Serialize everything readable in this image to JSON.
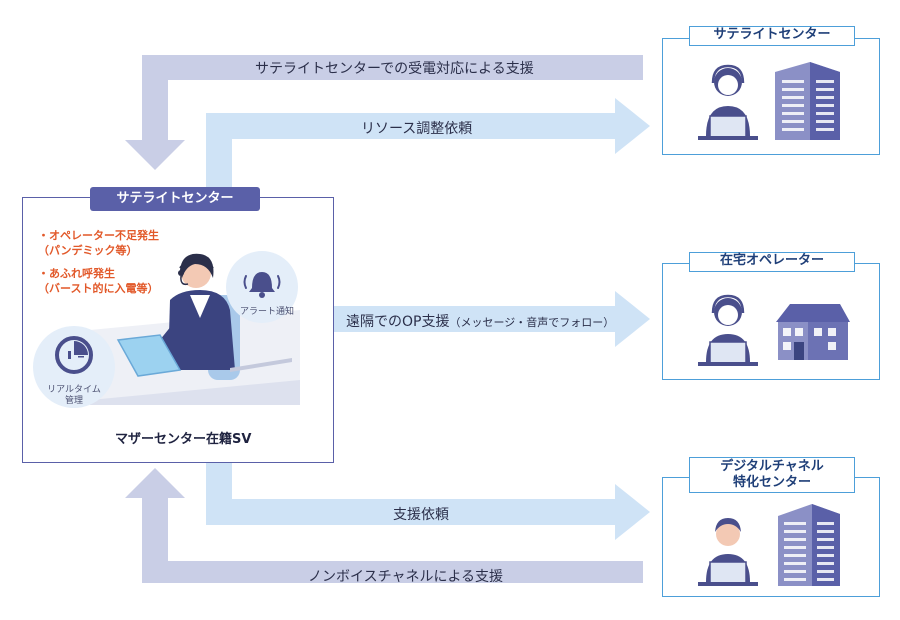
{
  "left_panel": {
    "title": "サテライトセンター",
    "issues": [
      {
        "line1": "・オペレーター不足発生",
        "line2": "（パンデミック等）"
      },
      {
        "line1": "・あふれ呼発生",
        "line2": "（バースト的に入電等）"
      }
    ],
    "alert_label": "アラート通知",
    "realtime_label_1": "リアルタイム",
    "realtime_label_2": "管理",
    "caption": "マザーセンター在籍SV"
  },
  "arrows": {
    "top_back": "サテライトセンターでの受電対応による支援",
    "resource": "リソース調整依頼",
    "remote_main": "遠隔でのOP支援",
    "remote_sub": "（メッセージ・音声でフォロー）",
    "support_request": "支援依頼",
    "bottom_back": "ノンボイスチャネルによる支援"
  },
  "right_boxes": {
    "satellite": "サテライトセンター",
    "home": "在宅オペレーター",
    "digital_1": "デジタルチャネル",
    "digital_2": "特化センター"
  },
  "colors": {
    "arrow_back": "#c9cee6",
    "arrow_forward": "#cfe3f6",
    "accent_purple": "#5a60a8",
    "accent_blue": "#4d9fd9",
    "issue_orange": "#e2592a"
  }
}
